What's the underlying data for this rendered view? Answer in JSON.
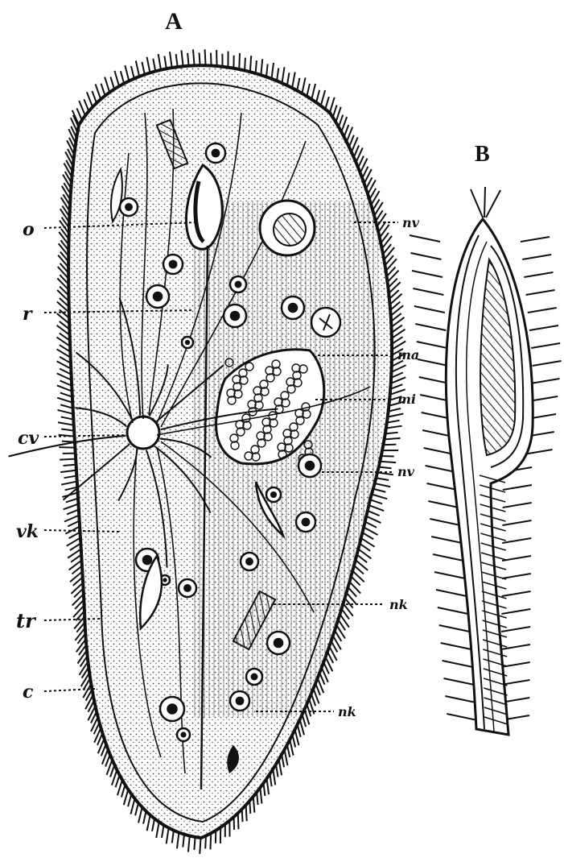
{
  "panels": [
    {
      "id": "A",
      "label": "A"
    },
    {
      "id": "B",
      "label": "B"
    }
  ],
  "labels": {
    "left": [
      "o",
      "r",
      "cv",
      "vk",
      "tr",
      "c"
    ],
    "right": [
      "nv",
      "ma",
      "mi",
      "nv",
      "nk",
      "nk"
    ]
  },
  "colors": {
    "ink": "#111111",
    "paper": "#ffffff"
  }
}
